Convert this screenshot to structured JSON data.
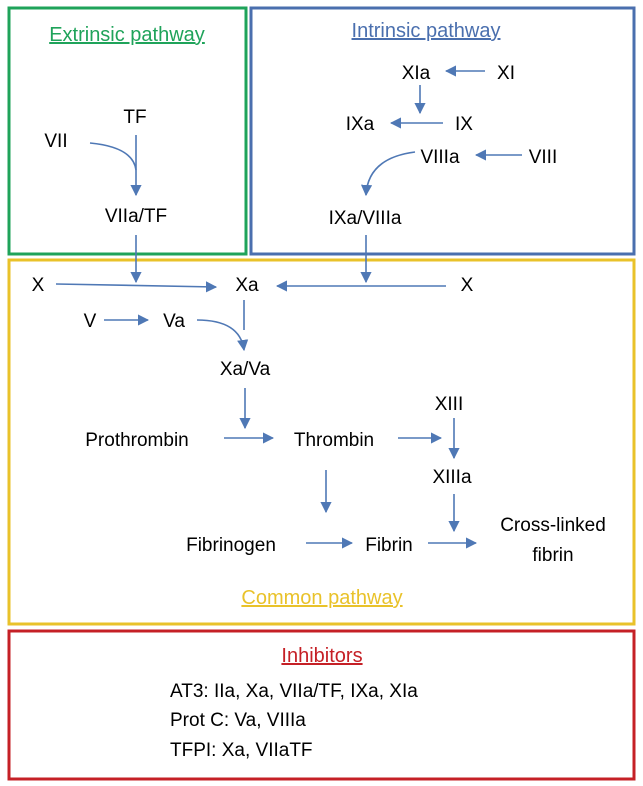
{
  "colors": {
    "extrinsic": "#1fa35a",
    "intrinsic": "#4a6fae",
    "common": "#e9c22a",
    "inhibitors": "#c52026",
    "arrow": "#4f78b5",
    "text": "#000000"
  },
  "extrinsic": {
    "title": "Extrinsic pathway",
    "tf": "TF",
    "vii": "VII",
    "viia_tf": "VIIa/TF"
  },
  "intrinsic": {
    "title": "Intrinsic pathway",
    "xia": "XIa",
    "xi": "XI",
    "ixa": "IXa",
    "ix": "IX",
    "viiia": "VIIIa",
    "viii": "VIII",
    "ixa_viiia": "IXa/VIIIa"
  },
  "common": {
    "title": "Common pathway",
    "x_left": "X",
    "xa": "Xa",
    "x_right": "X",
    "v": "V",
    "va": "Va",
    "xa_va": "Xa/Va",
    "prothrombin": "Prothrombin",
    "thrombin": "Thrombin",
    "xiii": "XIII",
    "xiiia": "XIIIa",
    "fibrinogen": "Fibrinogen",
    "fibrin": "Fibrin",
    "crosslinked_line1": "Cross-linked",
    "crosslinked_line2": "fibrin"
  },
  "inhibitors": {
    "title": "Inhibitors",
    "lines": [
      "AT3: IIa, Xa, VIIa/TF, IXa, XIa",
      "Prot C: Va, VIIIa",
      "TFPI: Xa, VIIaTF"
    ]
  }
}
